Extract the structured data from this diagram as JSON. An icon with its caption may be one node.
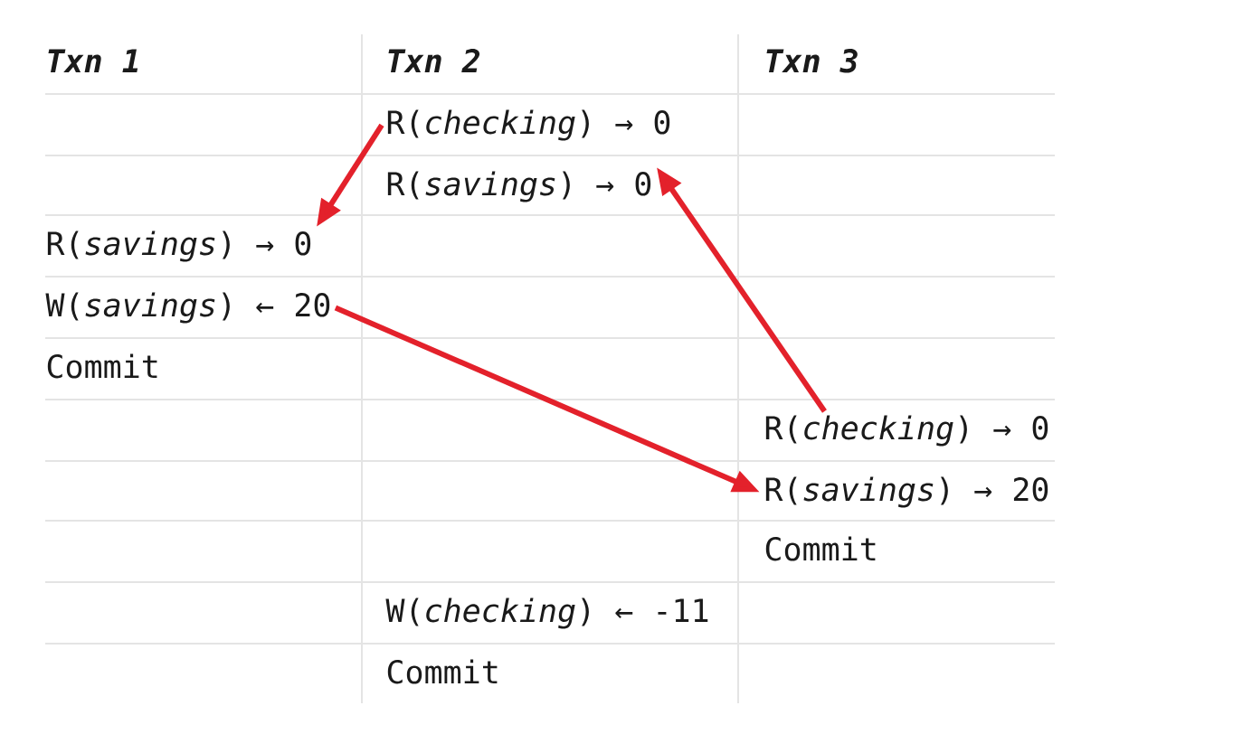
{
  "diagram": {
    "nodes": [
      {
        "text": [
          "Txn 1"
        ]
      },
      {
        "text": [
          "Txn 2"
        ]
      },
      {
        "text": [
          "Txn 3"
        ]
      },
      {
        "text": [
          "R(*checking*) → 0"
        ]
      },
      {
        "text": [
          "R(*savings*) → 0"
        ]
      },
      {
        "text": [
          "R(*savings*) → 0"
        ]
      },
      {
        "text": [
          "W(*savings*) ← 20"
        ]
      },
      {
        "text": [
          "Commit"
        ]
      },
      {
        "text": [
          "R(*checking*) → 0"
        ]
      },
      {
        "text": [
          "R(*savings*) → 20"
        ]
      },
      {
        "text": [
          "Commit"
        ]
      },
      {
        "text": [
          "W(*checking*) ← -11"
        ]
      },
      {
        "text": [
          "Commit"
        ]
      }
    ],
    "edges": [
      {
        "from": 3,
        "to": 5,
        "arrow": "to"
      },
      {
        "from": 6,
        "to": 9,
        "arrow": "to"
      },
      {
        "from": 8,
        "to": 4,
        "arrow": "to"
      }
    ]
  }
}
